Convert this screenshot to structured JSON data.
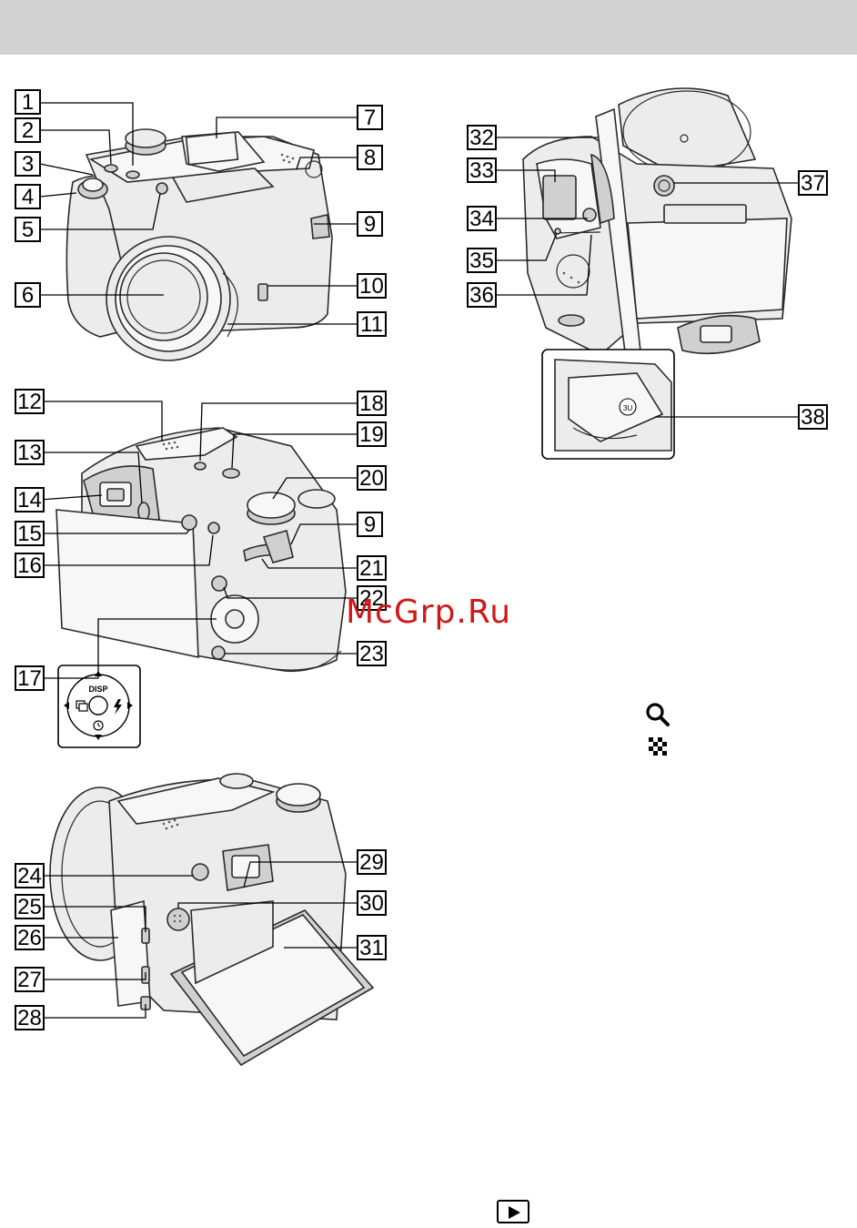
{
  "callouts": [
    {
      "id": "c1",
      "label": "1"
    },
    {
      "id": "c2",
      "label": "2"
    },
    {
      "id": "c3",
      "label": "3"
    },
    {
      "id": "c4",
      "label": "4"
    },
    {
      "id": "c5",
      "label": "5"
    },
    {
      "id": "c6",
      "label": "6"
    },
    {
      "id": "c7",
      "label": "7"
    },
    {
      "id": "c8",
      "label": "8"
    },
    {
      "id": "c9a",
      "label": "9"
    },
    {
      "id": "c10",
      "label": "10"
    },
    {
      "id": "c11",
      "label": "11"
    },
    {
      "id": "c12",
      "label": "12"
    },
    {
      "id": "c13",
      "label": "13"
    },
    {
      "id": "c14",
      "label": "14"
    },
    {
      "id": "c15",
      "label": "15"
    },
    {
      "id": "c16",
      "label": "16"
    },
    {
      "id": "c17",
      "label": "17"
    },
    {
      "id": "c18",
      "label": "18"
    },
    {
      "id": "c19",
      "label": "19"
    },
    {
      "id": "c20",
      "label": "20"
    },
    {
      "id": "c9b",
      "label": "9"
    },
    {
      "id": "c21",
      "label": "21"
    },
    {
      "id": "c22",
      "label": "22"
    },
    {
      "id": "c23",
      "label": "23"
    },
    {
      "id": "c24",
      "label": "24"
    },
    {
      "id": "c25",
      "label": "25"
    },
    {
      "id": "c26",
      "label": "26"
    },
    {
      "id": "c27",
      "label": "27"
    },
    {
      "id": "c28",
      "label": "28"
    },
    {
      "id": "c29",
      "label": "29"
    },
    {
      "id": "c30",
      "label": "30"
    },
    {
      "id": "c31",
      "label": "31"
    },
    {
      "id": "c32",
      "label": "32"
    },
    {
      "id": "c33",
      "label": "33"
    },
    {
      "id": "c34",
      "label": "34"
    },
    {
      "id": "c35",
      "label": "35"
    },
    {
      "id": "c36",
      "label": "36"
    },
    {
      "id": "c37",
      "label": "37"
    },
    {
      "id": "c38",
      "label": "38"
    }
  ],
  "control_button": {
    "disp_label": "DISP"
  },
  "watermark": "McGrp.Ru",
  "icons": {
    "zoom": "magnifier-icon",
    "index": "checkerboard-icon",
    "playback": "play-icon"
  }
}
